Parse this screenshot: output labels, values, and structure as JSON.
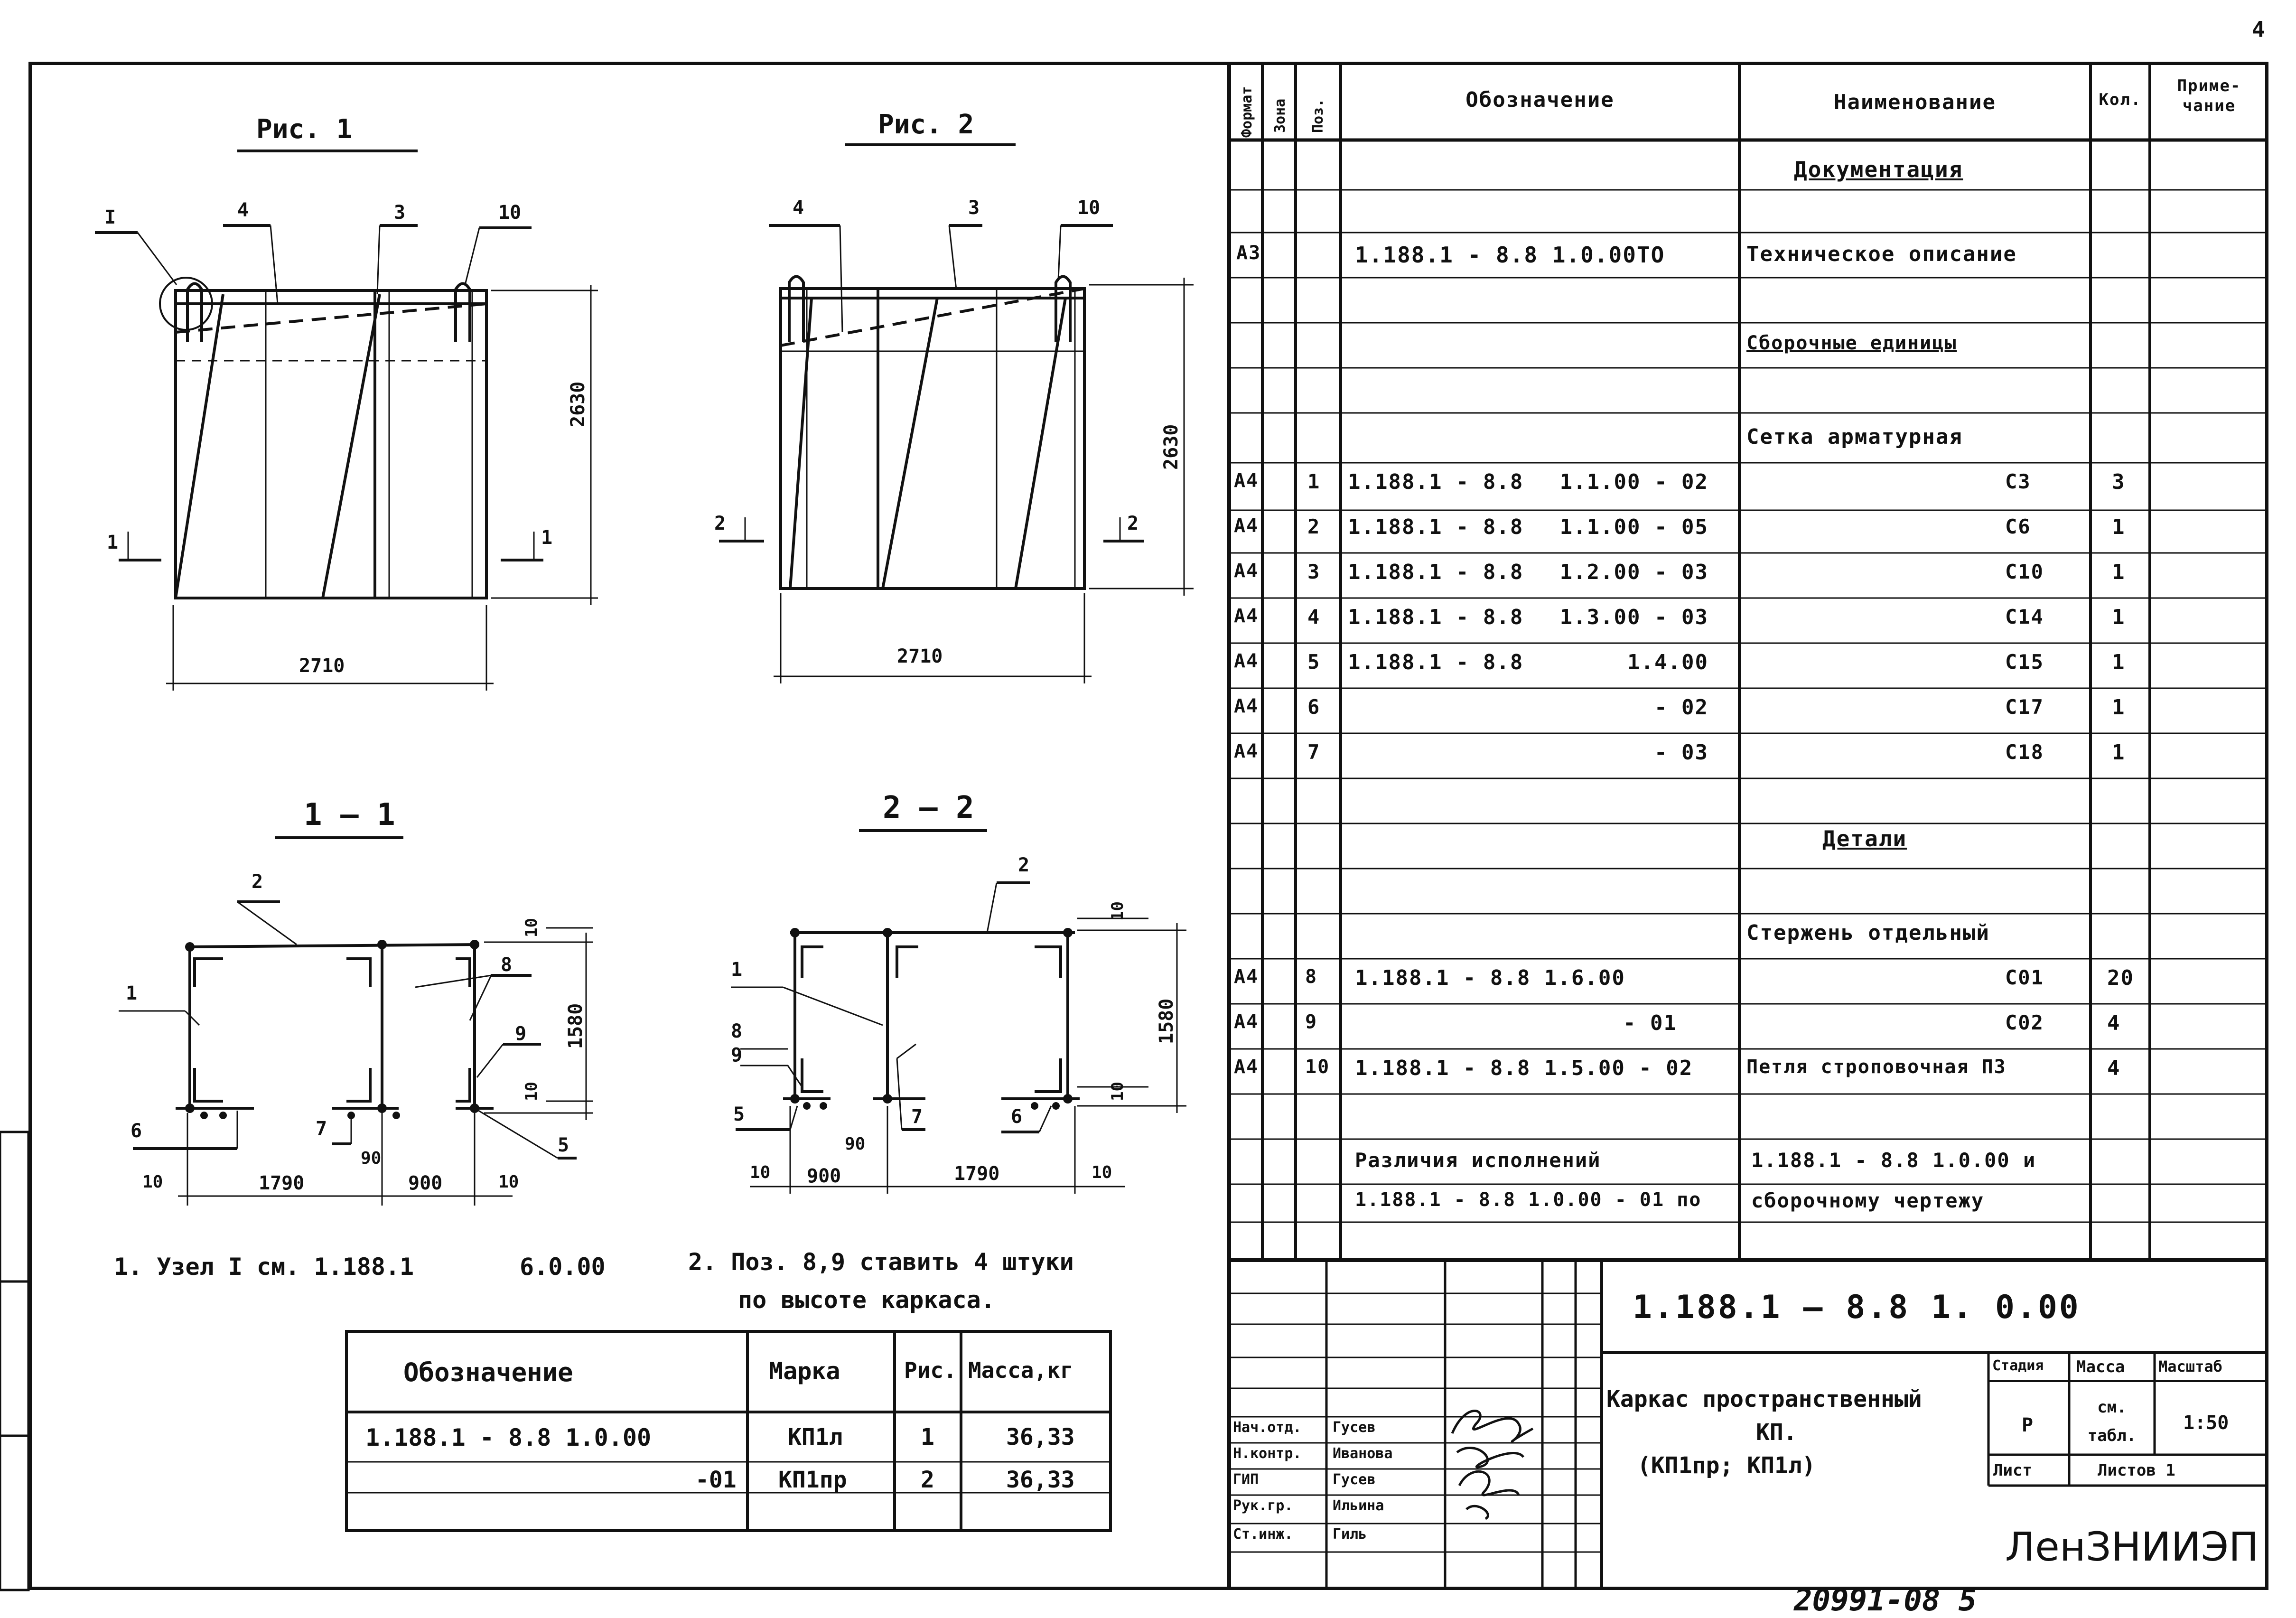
{
  "page_number": "4",
  "bottom_code": "20991-08  5",
  "drawings": {
    "fig1_title": "Рис. 1",
    "fig2_title": "Рис. 2",
    "sec1_title": "1 — 1",
    "sec2_title": "2 — 2",
    "fig1_callouts": {
      "node": "I",
      "p4": "4",
      "p3": "3",
      "p10": "10",
      "cut_left": "1",
      "cut_right": "1"
    },
    "fig2_callouts": {
      "p4": "4",
      "p3": "3",
      "p10": "10",
      "cut_left": "2",
      "cut_right": "2"
    },
    "fig1_dims": {
      "height": "2630",
      "width": "2710"
    },
    "fig2_dims": {
      "height": "2630",
      "width": "2710"
    },
    "sec1": {
      "p2": "2",
      "p1": "1",
      "p8": "8",
      "p9": "9",
      "p6": "6",
      "p7": "7",
      "p5": "5",
      "d10a": "10",
      "d1580": "1580",
      "d10b": "10",
      "d10l": "10",
      "d1790": "1790",
      "d90": "90",
      "d900": "900",
      "d10r": "10"
    },
    "sec2": {
      "p2": "2",
      "p1": "1",
      "p8": "8",
      "p9": "9",
      "p5": "5",
      "p7": "7",
      "p6": "6",
      "d10a": "10",
      "d1580": "1580",
      "d10b": "10",
      "d10l": "10",
      "d900": "900",
      "d90": "90",
      "d1790": "1790",
      "d10r": "10"
    }
  },
  "notes": {
    "n1a": "1. Узел I  см. 1.188.1",
    "n1b": "6.0.00",
    "n2a": "2. Поз. 8,9 ставить  4 штуки",
    "n2b": "по высоте  каркаса."
  },
  "mass_table": {
    "headers": [
      "Обозначение",
      "Марка",
      "Рис.",
      "Масса,кг"
    ],
    "rows": [
      [
        "1.188.1 - 8.8  1.0.00",
        "КП1л",
        "1",
        "36,33"
      ],
      [
        "-01",
        "КП1пр",
        "2",
        "36,33"
      ]
    ]
  },
  "spec": {
    "headers": {
      "format": "Формат",
      "zone": "Зона",
      "pos": "Поз.",
      "designation": "Обозначение",
      "name": "Наименование",
      "qty": "Кол.",
      "note": "Приме- чание"
    },
    "sec_docs": "Документация",
    "doc_row": {
      "format": "А3",
      "designation": "1.188.1 -  8.8     1.0.00ТО",
      "name": "Техническое  описание"
    },
    "sec_assembly": "Сборочные  единицы",
    "sub_mesh": "Сетка  арматурная",
    "mesh_rows": [
      {
        "format": "А4",
        "pos": "1",
        "d1": "1.188.1 -  8.8",
        "d2": "1.1.00 - 02",
        "name": "С3",
        "qty": "3"
      },
      {
        "format": "А4",
        "pos": "2",
        "d1": "1.188.1 -  8.8",
        "d2": "1.1.00 - 05",
        "name": "С6",
        "qty": "1"
      },
      {
        "format": "А4",
        "pos": "3",
        "d1": "1.188.1 -  8.8",
        "d2": "1.2.00 - 03",
        "name": "С10",
        "qty": "1"
      },
      {
        "format": "А4",
        "pos": "4",
        "d1": "1.188.1 -  8.8",
        "d2": "1.3.00 - 03",
        "name": "С14",
        "qty": "1"
      },
      {
        "format": "А4",
        "pos": "5",
        "d1": "1.188.1 -  8.8",
        "d2": "1.4.00",
        "name": "С15",
        "qty": "1"
      },
      {
        "format": "А4",
        "pos": "6",
        "d1": "",
        "d2": "- 02",
        "name": "С17",
        "qty": "1"
      },
      {
        "format": "А4",
        "pos": "7",
        "d1": "",
        "d2": "- 03",
        "name": "С18",
        "qty": "1"
      }
    ],
    "sec_parts": "Детали",
    "sub_rod": "Стержень  отдельный",
    "part_rows": [
      {
        "format": "А4",
        "pos": "8",
        "designation": "1.188.1 - 8.8   1.6.00",
        "name": "С01",
        "qty": "20"
      },
      {
        "format": "А4",
        "pos": "9",
        "designation": "- 01",
        "name": "С02",
        "qty": "4"
      },
      {
        "format": "А4",
        "pos": "10",
        "designation": "1.188.1 - 8.8  1.5.00 - 02",
        "name": "Петля строповочная П3",
        "qty": "4"
      }
    ],
    "diff_row1": {
      "designation": "Различия   исполнений",
      "name": "1.188.1 - 8.8    1.0.00   и"
    },
    "diff_row2": {
      "designation": "1.188.1 - 8.8   1.0.00 - 01  по",
      "name": "сборочному  чертежу"
    }
  },
  "title_block": {
    "doc_code": "1.188.1  —  8.8      1. 0.00",
    "title1": "Каркас  пространственный",
    "title2": "КП.",
    "title3": "(КП1пр;   КП1л)",
    "stage_h": "Стадия",
    "mass_h": "Масса",
    "scale_h": "Масштаб",
    "stage_v": "Р",
    "mass_v": "см. табл.",
    "scale_v": "1:50",
    "sheet_h": "Лист",
    "sheets_h": "Листов 1",
    "org": "ЛенЗНИИЭП",
    "roles": [
      {
        "role": "Нач.отд.",
        "name": "Гусев"
      },
      {
        "role": "Н.контр.",
        "name": "Иванова"
      },
      {
        "role": "ГИП",
        "name": "Гусев"
      },
      {
        "role": "Рук.гр.",
        "name": "Ильина"
      },
      {
        "role": "Ст.инж.",
        "name": "Гиль"
      }
    ]
  }
}
